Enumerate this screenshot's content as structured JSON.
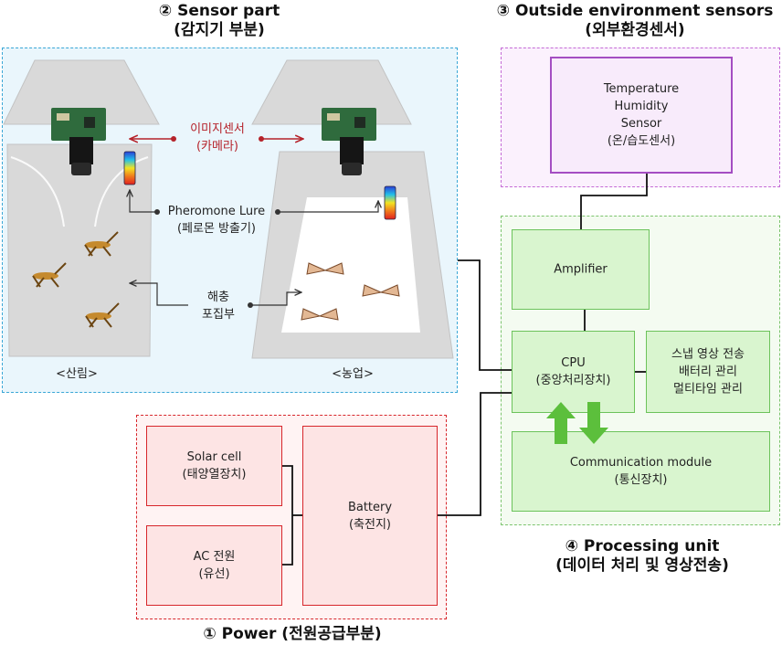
{
  "sensor_part": {
    "title_line1": "② Sensor part",
    "title_line2": "(감지기 부분)"
  },
  "outside_sensors": {
    "title_line1": "③ Outside environment sensors",
    "title_line2": "(외부환경센서)"
  },
  "processing_unit": {
    "title_line1": "④ Processing unit",
    "title_line2": "(데이터 처리 및 영상전송)"
  },
  "power": {
    "title": "① Power (전원공급부분)"
  },
  "image_sensor": {
    "line1": "이미지센서",
    "line2": "(카메라)"
  },
  "pheromone": {
    "line1": "Pheromone Lure",
    "line2": "(페로몬 방출기)"
  },
  "trap": {
    "line1": "해충",
    "line2": "포집부"
  },
  "forest_label": "<산림>",
  "farm_label": "<농업>",
  "thsensor": {
    "line1": "Temperature",
    "line2": "Humidity",
    "line3": "Sensor",
    "line4": "(온/습도센서)"
  },
  "amplifier": {
    "label": "Amplifier"
  },
  "cpu": {
    "line1": "CPU",
    "line2": "(중앙처리장치)"
  },
  "features": {
    "line1": "스냅 영상 전송",
    "line2": "배터리 관리",
    "line3": "멀티타임 관리"
  },
  "comm": {
    "line1": "Communication module",
    "line2": "(통신장치)"
  },
  "solar": {
    "line1": "Solar cell",
    "line2": "(태양열장치)"
  },
  "ac": {
    "line1": "AC 전원",
    "line2": "(유선)"
  },
  "battery": {
    "line1": "Battery",
    "line2": "(축전지)"
  },
  "colors": {
    "sensor_border": "#3aa7d6",
    "outside_border": "#c46ad6",
    "processing_border": "#7cc46e",
    "power_border": "#d7262b",
    "arrow_green": "#5cbf3c",
    "label_red": "#b5222a"
  },
  "icons": [
    "camera-module-icon",
    "pheromone-lure-icon",
    "grasshopper-icon",
    "moth-icon",
    "up-arrow-icon",
    "down-arrow-icon"
  ]
}
